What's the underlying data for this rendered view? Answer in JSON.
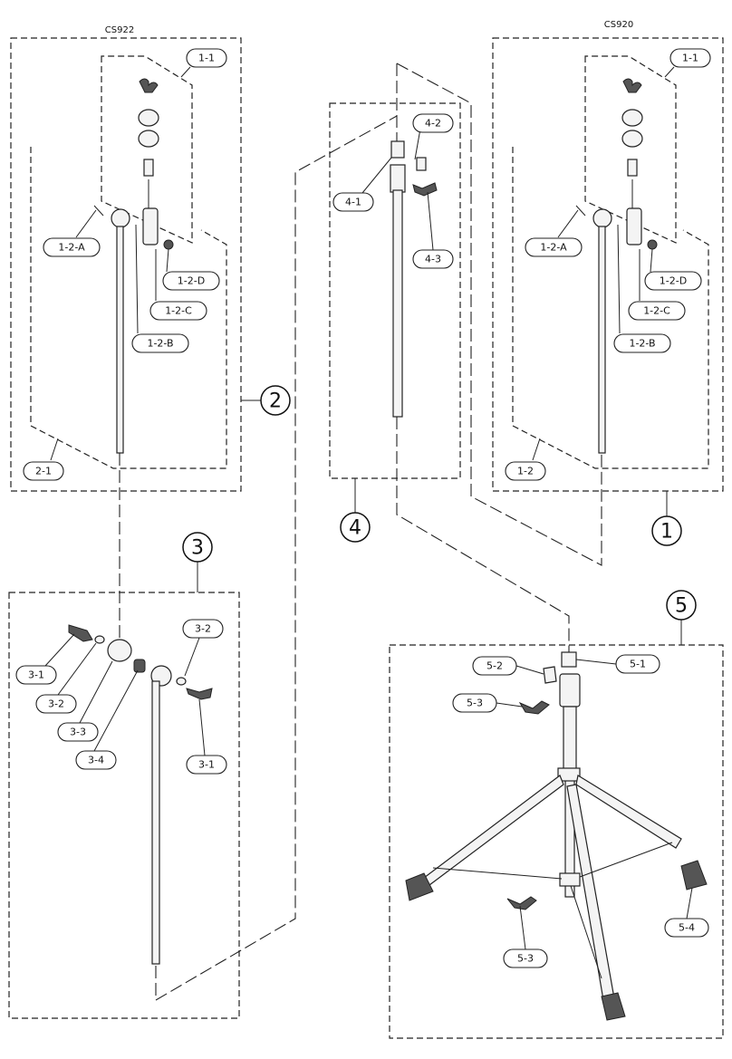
{
  "models": {
    "left": "CS922",
    "right": "CS920"
  },
  "assemblies": [
    "1",
    "2",
    "3",
    "4",
    "5"
  ],
  "labels": {
    "p11_left": "1-1",
    "p12a_left": "1-2-A",
    "p12d_left": "1-2-D",
    "p12c_left": "1-2-C",
    "p12b_left": "1-2-B",
    "p21": "2-1",
    "p11_right": "1-1",
    "p12a_right": "1-2-A",
    "p12d_right": "1-2-D",
    "p12c_right": "1-2-C",
    "p12b_right": "1-2-B",
    "p12": "1-2",
    "p42": "4-2",
    "p41": "4-1",
    "p43": "4-3",
    "p31a": "3-1",
    "p32a": "3-2",
    "p33": "3-3",
    "p34": "3-4",
    "p32b": "3-2",
    "p31b": "3-1",
    "p52": "5-2",
    "p51": "5-1",
    "p53a": "5-3",
    "p53b": "5-3",
    "p54": "5-4"
  }
}
